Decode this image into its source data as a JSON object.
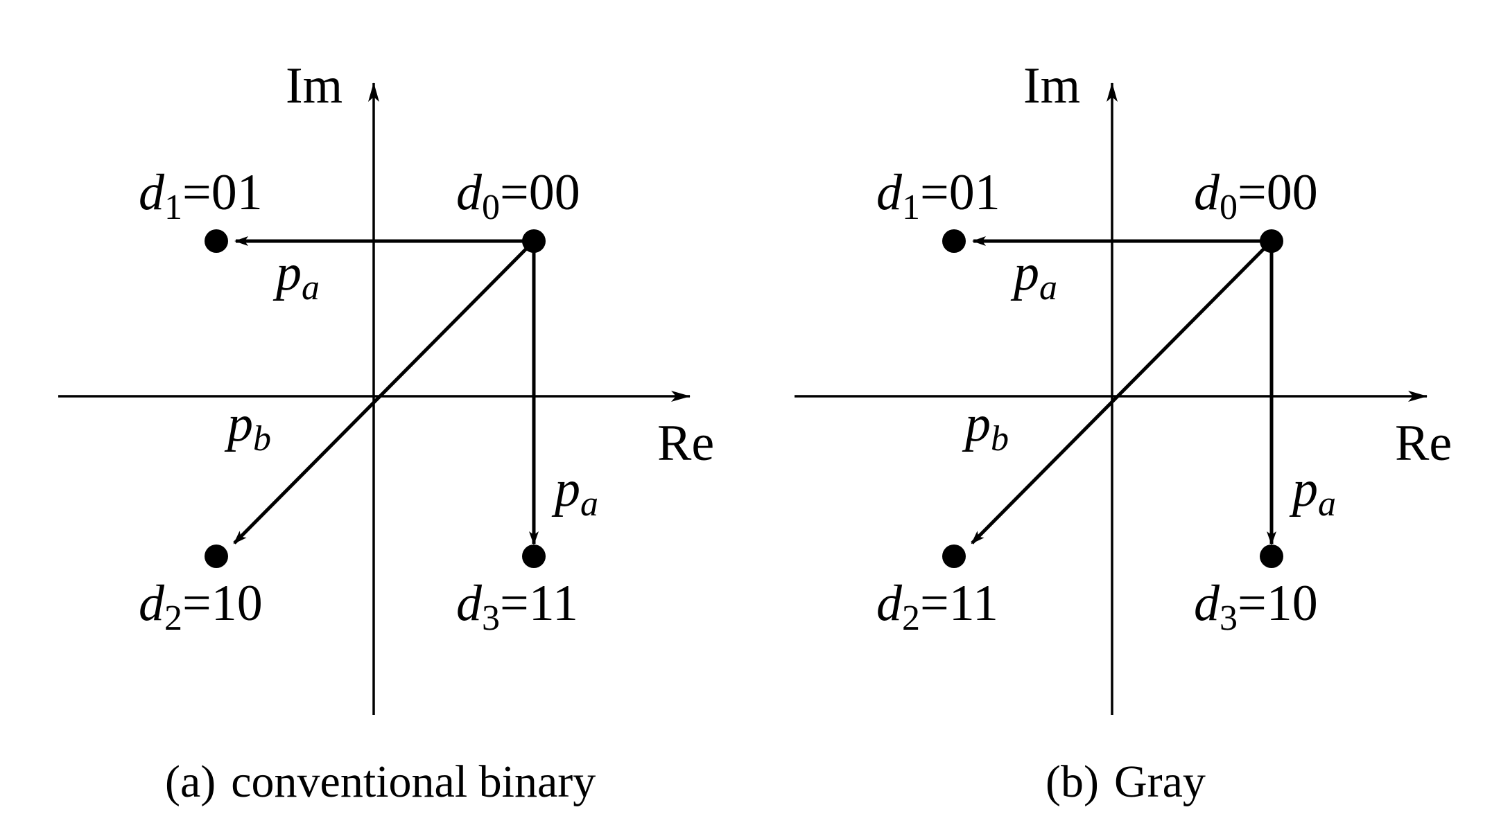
{
  "panels": [
    {
      "id": "a",
      "caption_tag": "(a)",
      "caption_text": "conventional binary",
      "axis_x_label": "Re",
      "axis_y_label": "Im",
      "points": [
        {
          "symbol": "d",
          "sub": "1",
          "bits": "=01"
        },
        {
          "symbol": "d",
          "sub": "0",
          "bits": "=00"
        },
        {
          "symbol": "d",
          "sub": "2",
          "bits": "=10"
        },
        {
          "symbol": "d",
          "sub": "3",
          "bits": "=11"
        }
      ],
      "prob_labels": [
        {
          "symbol": "p",
          "sub": "a"
        },
        {
          "symbol": "p",
          "sub": "b"
        },
        {
          "symbol": "p",
          "sub": "a"
        }
      ]
    },
    {
      "id": "b",
      "caption_tag": "(b)",
      "caption_text": "Gray",
      "axis_x_label": "Re",
      "axis_y_label": "Im",
      "points": [
        {
          "symbol": "d",
          "sub": "1",
          "bits": "=01"
        },
        {
          "symbol": "d",
          "sub": "0",
          "bits": "=00"
        },
        {
          "symbol": "d",
          "sub": "2",
          "bits": "=11"
        },
        {
          "symbol": "d",
          "sub": "3",
          "bits": "=10"
        }
      ],
      "prob_labels": [
        {
          "symbol": "p",
          "sub": "a"
        },
        {
          "symbol": "p",
          "sub": "b"
        },
        {
          "symbol": "p",
          "sub": "a"
        }
      ]
    }
  ]
}
